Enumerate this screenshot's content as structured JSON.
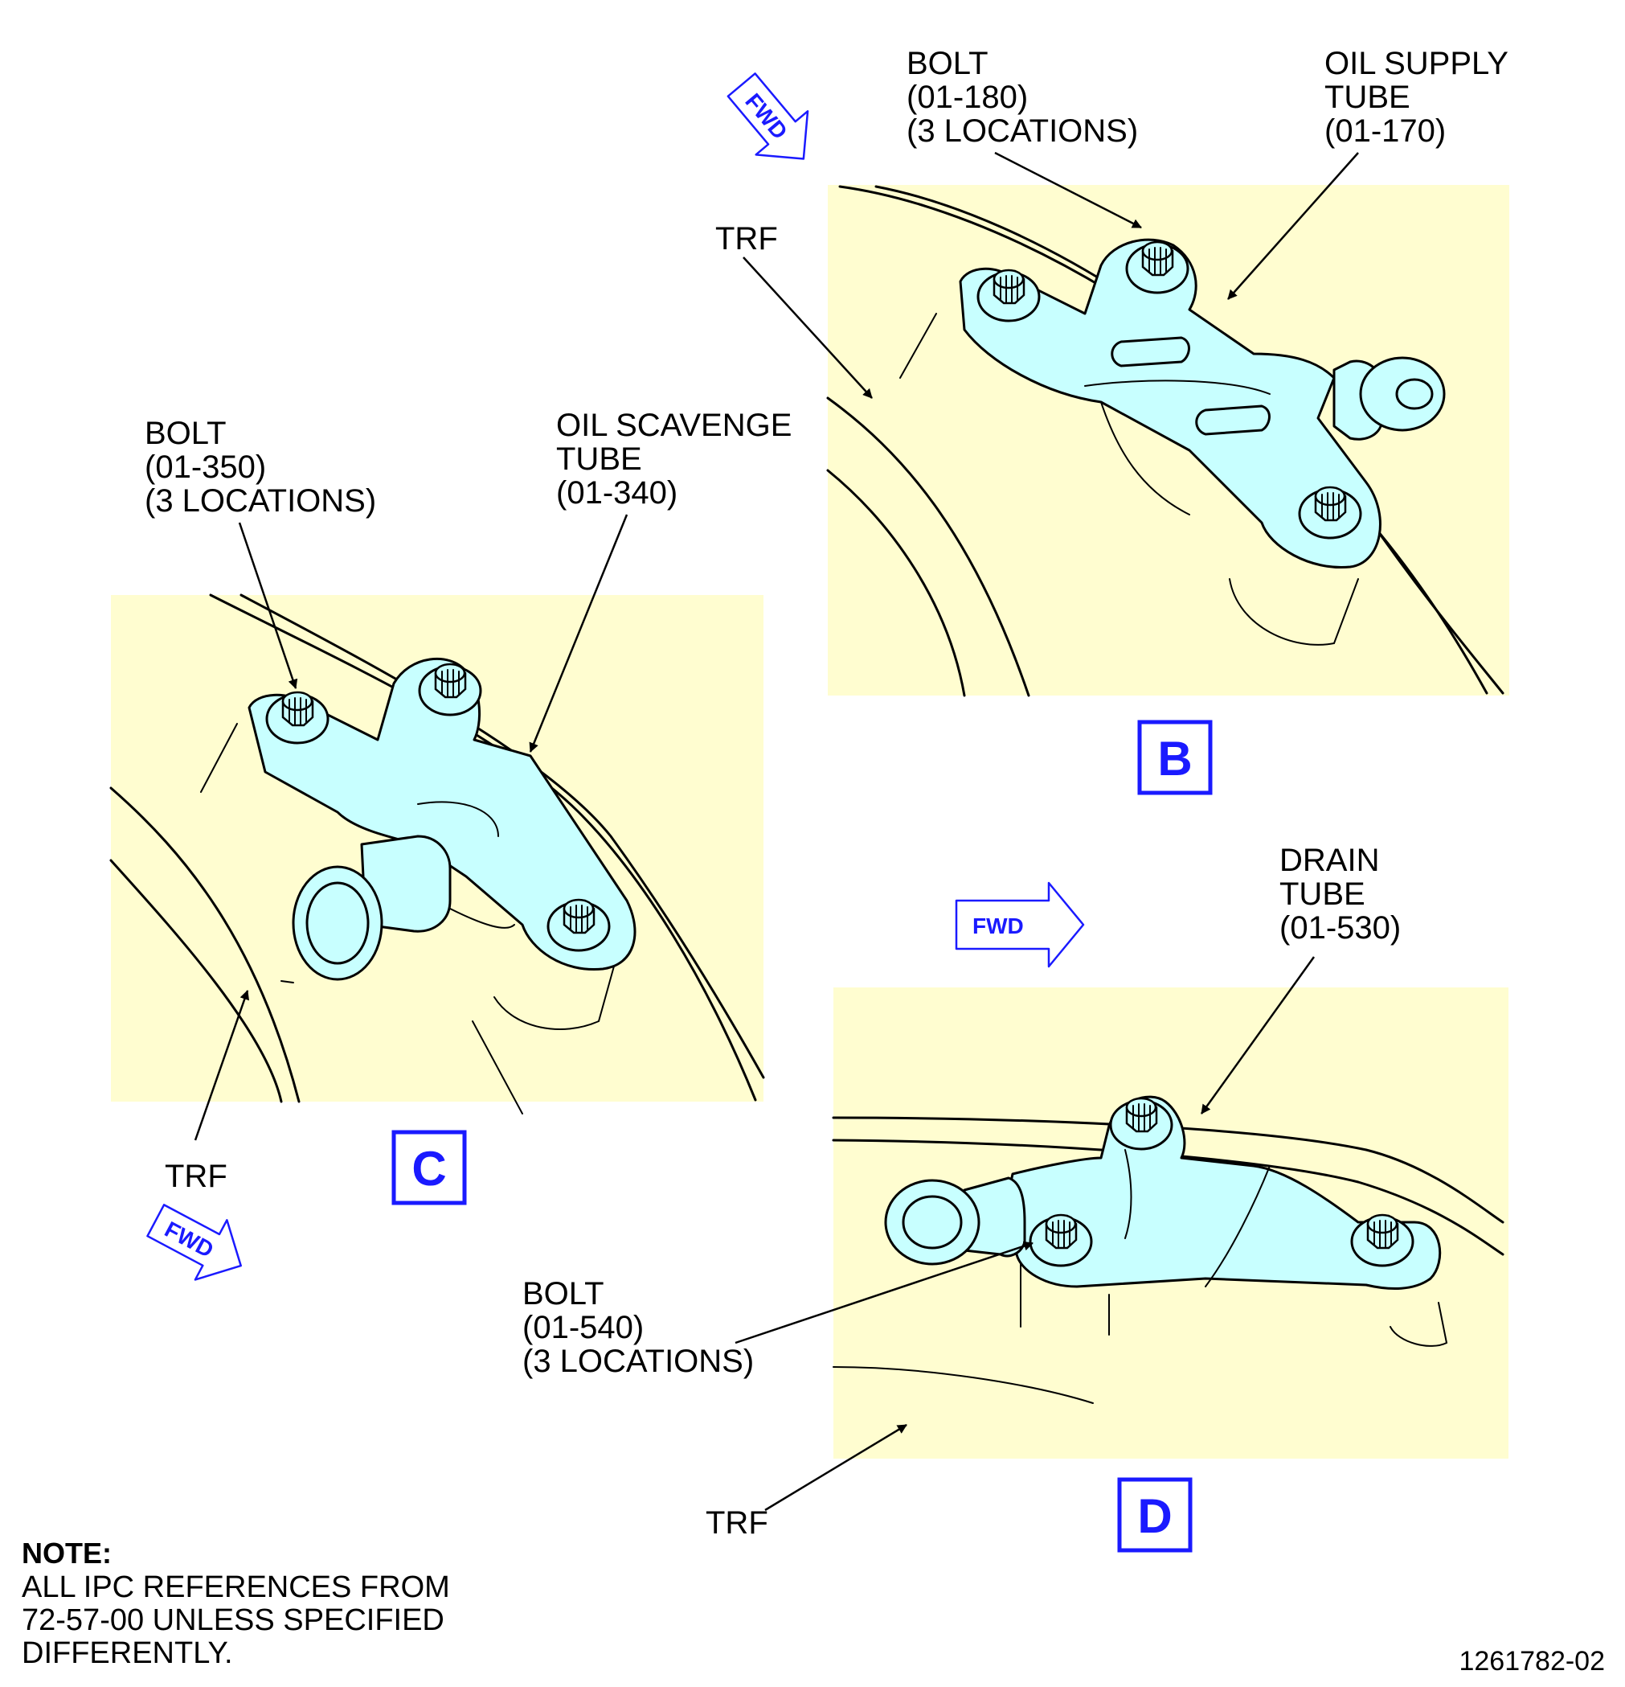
{
  "view_b": {
    "letter": "B",
    "bolt_label": [
      "BOLT",
      "(01-180)",
      "(3 LOCATIONS)"
    ],
    "tube_label": [
      "OIL SUPPLY",
      "TUBE",
      "(01-170)"
    ],
    "trf_label": "TRF",
    "fwd_label": "FWD"
  },
  "view_c": {
    "letter": "C",
    "bolt_label": [
      "BOLT",
      "(01-350)",
      "(3 LOCATIONS)"
    ],
    "tube_label": [
      "OIL SCAVENGE",
      "TUBE",
      "(01-340)"
    ],
    "trf_label": "TRF",
    "fwd_label": "FWD"
  },
  "view_d": {
    "letter": "D",
    "bolt_label": [
      "BOLT",
      "(01-540)",
      "(3 LOCATIONS)"
    ],
    "tube_label": [
      "DRAIN",
      "TUBE",
      "(01-530)"
    ],
    "trf_label": "TRF",
    "fwd_label": "FWD"
  },
  "note": {
    "title": "NOTE:",
    "lines": [
      "ALL IPC REFERENCES FROM",
      "72-57-00 UNLESS SPECIFIED",
      "DIFFERENTLY."
    ]
  },
  "figure_number": "1261782-02",
  "colors": {
    "background_panel": "#fffdd0",
    "part_fill": "#c8ffff",
    "accent_blue": "#1a1aff"
  }
}
